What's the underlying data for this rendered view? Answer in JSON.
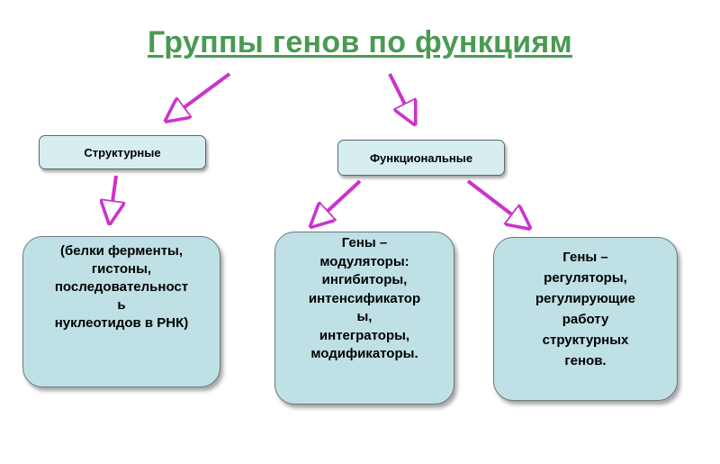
{
  "title": "Группы генов по функциям",
  "nodes": {
    "structural": "Структурные",
    "functional": "Функциональные"
  },
  "cards": {
    "structural": [
      "(белки ферменты,",
      "гистоны,",
      "последовательност",
      "ь",
      "нуклеотидов в РНК)"
    ],
    "modulators": [
      "Гены –",
      "модуляторы:",
      "ингибиторы,",
      "интенсификатор",
      "ы,",
      "интеграторы,",
      "модификаторы."
    ],
    "regulators": [
      "Гены –",
      "регуляторы,",
      "регулирующие",
      "работу",
      "структурных",
      "генов."
    ]
  },
  "colors": {
    "title": "#4a9a52",
    "arrow": "#cc33cc",
    "card_fill": "#bfe0e5",
    "node_fill": "#d7eef1"
  }
}
